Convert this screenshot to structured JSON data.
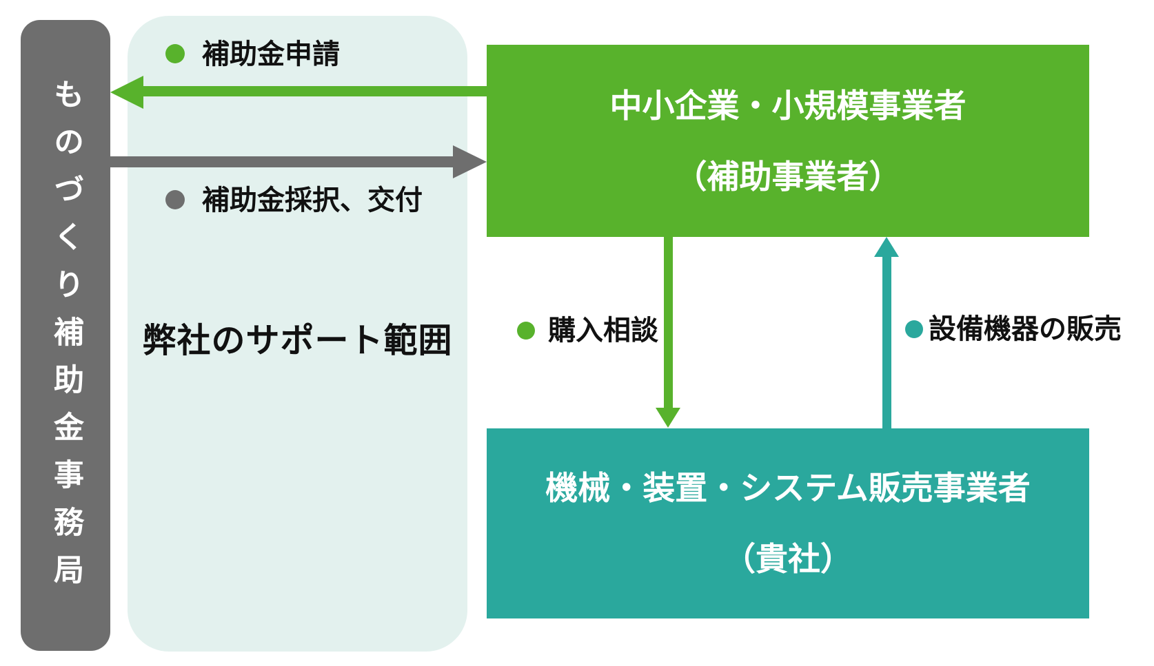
{
  "colors": {
    "green": "#58B22C",
    "teal": "#2AA89D",
    "gray": "#6E6E6E",
    "mint": "#E3F1EE",
    "text": "#111111",
    "background": "#FFFFFF"
  },
  "office_box": {
    "label": "ものづくり補助金事務局"
  },
  "support_area": {
    "label": "弊社のサポート範囲"
  },
  "company_box": {
    "line1": "中小企業・小規模事業者",
    "line2": "（補助事業者）"
  },
  "vendor_box": {
    "line1": "機械・装置・システム販売事業者",
    "line2": "（貴社）"
  },
  "flows": {
    "application": {
      "label": "補助金申請"
    },
    "grant": {
      "label": "補助金採択、交付"
    },
    "consultation": {
      "label": "購入相談"
    },
    "sales": {
      "label": "設備機器の販売"
    }
  }
}
